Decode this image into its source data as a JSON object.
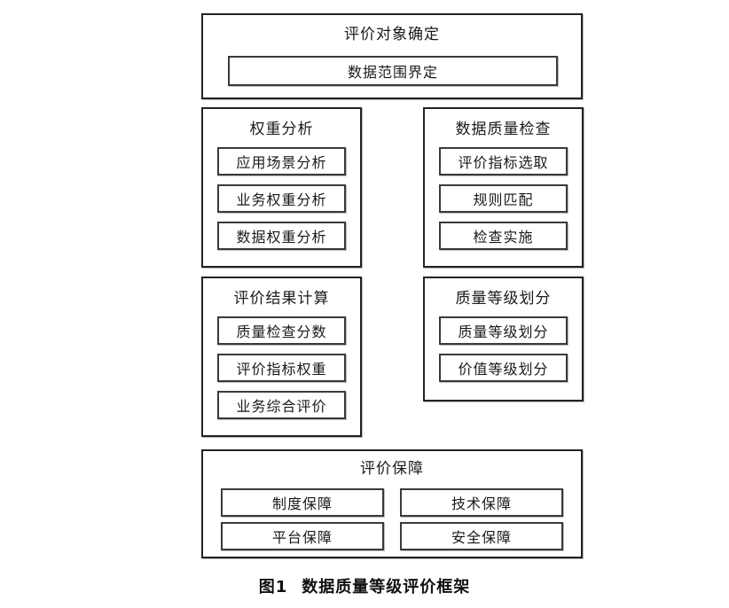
{
  "figure": {
    "caption_number": "图1",
    "caption_text": "数据质量等级评价框架"
  },
  "sections": {
    "target": {
      "title": "评价对象确定",
      "items": [
        "数据范围界定"
      ]
    },
    "weight_analysis": {
      "title": "权重分析",
      "items": [
        "应用场景分析",
        "业务权重分析",
        "数据权重分析"
      ]
    },
    "quality_check": {
      "title": "数据质量检查",
      "items": [
        "评价指标选取",
        "规则匹配",
        "检查实施"
      ]
    },
    "result_calculation": {
      "title": "评价结果计算",
      "items": [
        "质量检查分数",
        "评价指标权重",
        "业务综合评价"
      ]
    },
    "grade_division": {
      "title": "质量等级划分",
      "items": [
        "质量等级划分",
        "价值等级划分"
      ]
    },
    "guarantee": {
      "title": "评价保障",
      "items": [
        "制度保障",
        "技术保障",
        "平台保障",
        "安全保障"
      ]
    }
  },
  "colors": {
    "background": "#ffffff",
    "outline": "#222222",
    "leaf_outline": "#3a3a3a",
    "text": "#1a1a1a"
  }
}
